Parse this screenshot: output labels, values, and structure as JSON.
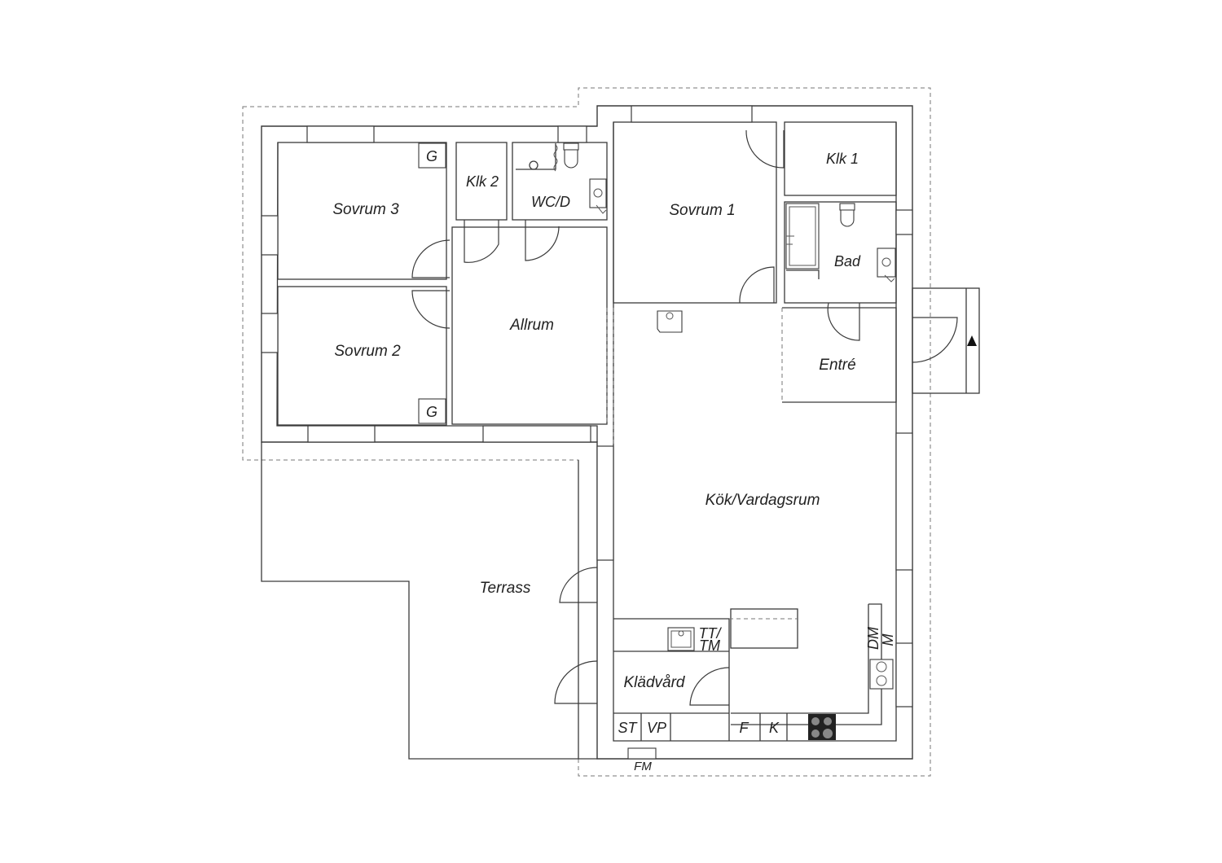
{
  "colors": {
    "line": "#3a3a3a",
    "background": "#ffffff",
    "dashed": "#777777"
  },
  "rooms": {
    "sovrum3": "Sovrum 3",
    "klk2": "Klk 2",
    "wcd": "WC/D",
    "sovrum1": "Sovrum 1",
    "klk1": "Klk 1",
    "bad": "Bad",
    "sovrum2": "Sovrum 2",
    "allrum": "Allrum",
    "entre": "Entré",
    "kok_vardagsrum": "Kök/Vardagsrum",
    "terrass": "Terrass",
    "kladvard": "Klädvård"
  },
  "fixtures": {
    "g_top": "G",
    "g_bottom": "G",
    "tt": "TT/",
    "tm": "TM",
    "dm": "DM",
    "m": "M",
    "st": "ST",
    "vp": "VP",
    "f": "F",
    "k": "K",
    "fm": "FM"
  },
  "icons": [
    "entrance-arrow-icon",
    "shower-icon",
    "toilet-icon",
    "sink-icon",
    "bathtub-icon",
    "stove-icon",
    "kitchen-sink-icon"
  ]
}
